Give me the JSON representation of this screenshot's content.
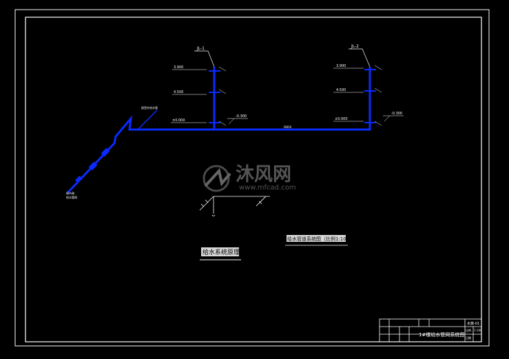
{
  "drawing": {
    "riser_left": {
      "label": "JL-1",
      "elev_top": "3.900",
      "elev_mid": "4.500",
      "elev_bot": "±0.000",
      "elev_right": "-0.300"
    },
    "riser_right": {
      "label": "JL-2",
      "elev_top": "3.900",
      "elev_mid": "4.500",
      "elev_bot": "±0.000",
      "elev_right": "-0.300"
    },
    "main_pipe_label": "DN50",
    "inlet_note": "接室外给水管",
    "source_note_1": "接市政",
    "source_note_2": "给水管网",
    "caption_left": "给水系统原理图",
    "caption_right": "给水管道系统图（比例1:100）"
  },
  "watermark": {
    "brand": "沐风网",
    "url": "www.mfcad.com"
  },
  "title_block": {
    "drawing_title": "1#楼给水管网系统图",
    "code": "水施-01",
    "scale_label": "比例",
    "scale_value": "1:100",
    "date_label": "日期"
  },
  "colors": {
    "background": "#000000",
    "line_white": "#ffffff",
    "pipe_blue": "#0a2bff"
  }
}
